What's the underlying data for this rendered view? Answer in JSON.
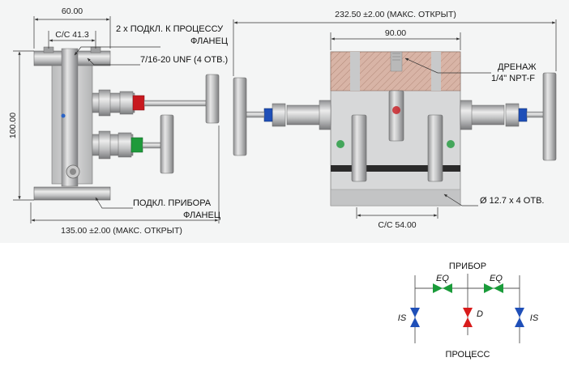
{
  "side_view": {
    "dim_top_width": "60.00",
    "dim_cc_flange": "C/C 41.3",
    "dim_height": "100.00",
    "dim_bottom_width": "135.00 ±2.00 (МАКС. ОТКРЫТ)",
    "label_process_line1": "2 x ПОДКЛ. К ПРОЦЕССУ",
    "label_process_line2": "ФЛАНЕЦ",
    "label_thread": "7/16-20 UNF (4 ОТВ.)",
    "label_instrument_line1": "ПОДКЛ. ПРИБОРА",
    "label_instrument_line2": "ФЛАНЕЦ"
  },
  "front_view": {
    "dim_total_width": "232.50 ±2.00 (МАКС. ОТКРЫТ)",
    "dim_body_width": "90.00",
    "dim_cc_bottom": "C/C 54.00",
    "label_drain_line1": "ДРЕНАЖ",
    "label_drain_line2": "1/4\" NPT-F",
    "label_holes": "Ø 12.7 x 4 ОТВ."
  },
  "schematic": {
    "label_top": "ПРИБОР",
    "label_bottom": "ПРОЦЕСС",
    "eq_left": "EQ",
    "eq_right": "EQ",
    "is_left": "IS",
    "is_right": "IS",
    "drain": "D",
    "colors": {
      "eq": "#1a9b3a",
      "is": "#1f4fb8",
      "drain": "#d81b1b"
    }
  }
}
